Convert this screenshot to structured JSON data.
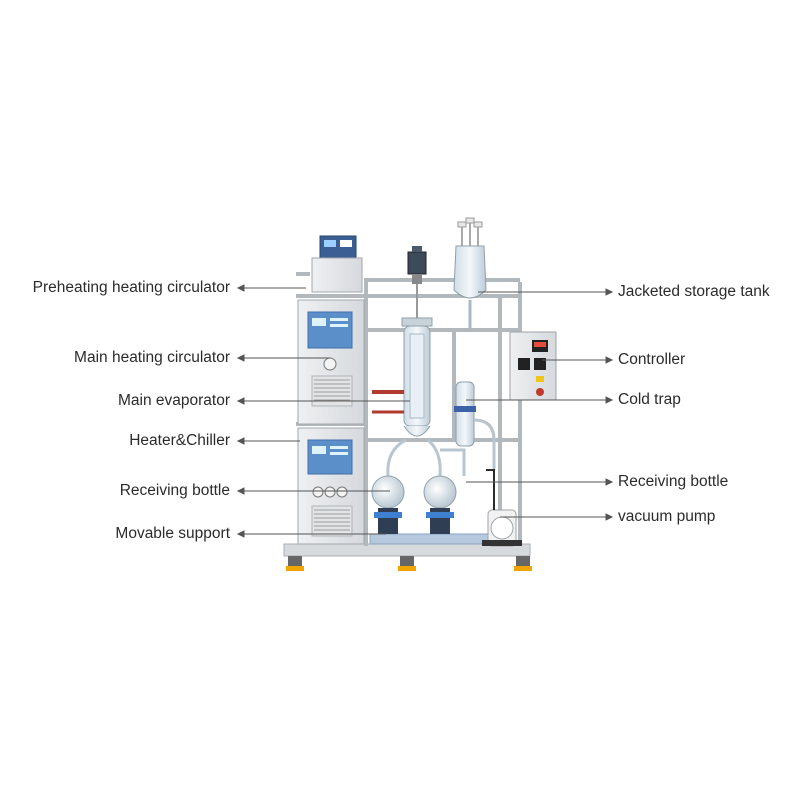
{
  "diagram": {
    "left_labels": [
      {
        "id": "preheating",
        "text": "Preheating heating circulator"
      },
      {
        "id": "main-heating",
        "text": "Main heating circulator"
      },
      {
        "id": "main-evaporator",
        "text": "Main evaporator"
      },
      {
        "id": "heater-chiller",
        "text": "Heater&Chiller"
      },
      {
        "id": "receiving-left",
        "text": "Receiving bottle"
      },
      {
        "id": "movable-support",
        "text": "Movable support"
      }
    ],
    "right_labels": [
      {
        "id": "storage-tank",
        "text": "Jacketed storage tank"
      },
      {
        "id": "controller",
        "text": "Controller"
      },
      {
        "id": "cold-trap",
        "text": "Cold trap"
      },
      {
        "id": "receiving-right",
        "text": "Receiving bottle"
      },
      {
        "id": "vacuum-pump",
        "text": "vacuum pump"
      }
    ]
  },
  "colors": {
    "text": "#2b2b2b",
    "arrow": "#555555",
    "frame": "#c9cdd2",
    "panel": "#5b8fc9",
    "glass": "#d9e6ee",
    "accent_red": "#c0392b"
  }
}
